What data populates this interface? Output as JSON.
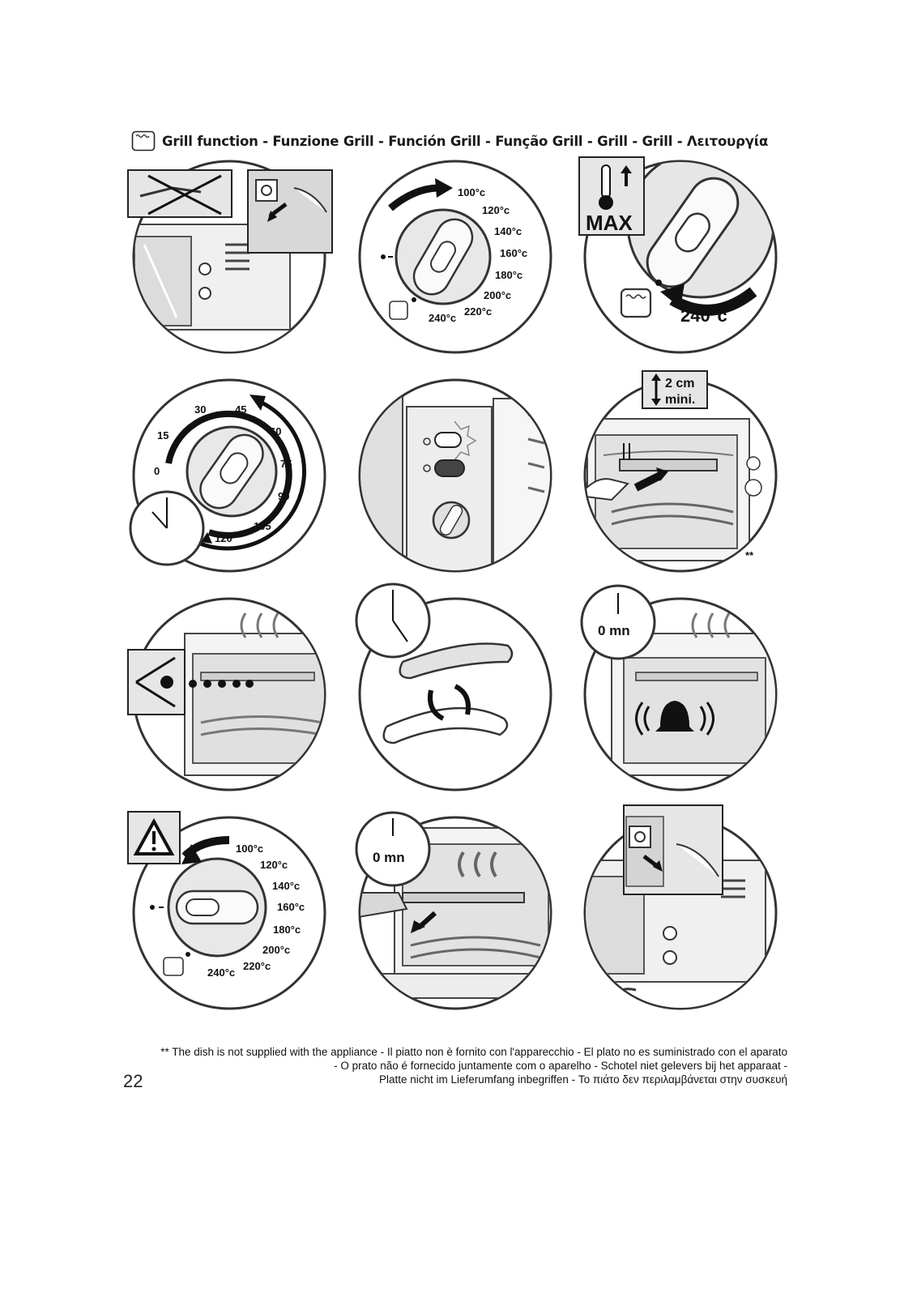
{
  "header": {
    "title": "Grill function - Funzione Grill - Función Grill - Função Grill - Grill - Grill - Λειτουργία"
  },
  "dial_temps": [
    "100°c",
    "120°c",
    "140°c",
    "160°c",
    "180°c",
    "200°c",
    "220°c",
    "240°c"
  ],
  "step3": {
    "max_label": "MAX",
    "dial_partial": "240°c"
  },
  "step4": {
    "timer_marks": [
      "0",
      "15",
      "30",
      "45",
      "60",
      "75",
      "90",
      "105",
      "120"
    ]
  },
  "step6": {
    "distance_line1": "2 cm",
    "distance_line2": "mini.",
    "dish_note_mark": "**"
  },
  "step9": {
    "timer_label": "0 mn"
  },
  "step11": {
    "timer_label": "0 mn"
  },
  "footnote": {
    "line1": "** The dish is not supplied with the appliance - Il piatto non è fornito con l'apparecchio - El plato no es suministrado con el aparato",
    "line2": "- O prato não é fornecido juntamente com o aparelho - Schotel niet gelevers bij het apparaat -",
    "line3": "Platte nicht im Lieferumfang inbegriffen - Το πιάτο δεν περιλαμβάνεται στην συσκευή"
  },
  "page_number": "22"
}
